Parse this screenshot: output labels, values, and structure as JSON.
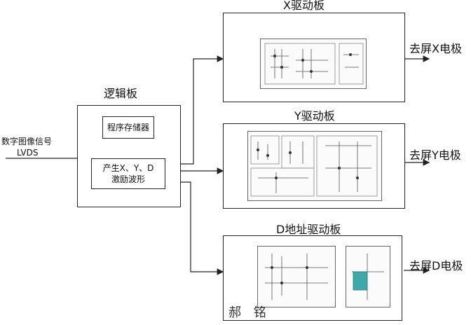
{
  "input": {
    "line1": "数字图像信号",
    "line2": "LVDS"
  },
  "logic_board": {
    "title": "逻辑板",
    "memory_block": "程序存储器",
    "waveform_block_line1": "产生X、Y、D",
    "waveform_block_line2": "激励波形"
  },
  "x_board": {
    "title": "X驱动板",
    "output": "去屏X电极"
  },
  "y_board": {
    "title": "Y驱动板",
    "output": "去屏Y电极"
  },
  "d_board": {
    "title": "D地址驱动板",
    "output": "去屏D电极"
  },
  "watermark": "郝 铭",
  "colors": {
    "stroke": "#222222",
    "highlight": "#3fa9a9"
  }
}
